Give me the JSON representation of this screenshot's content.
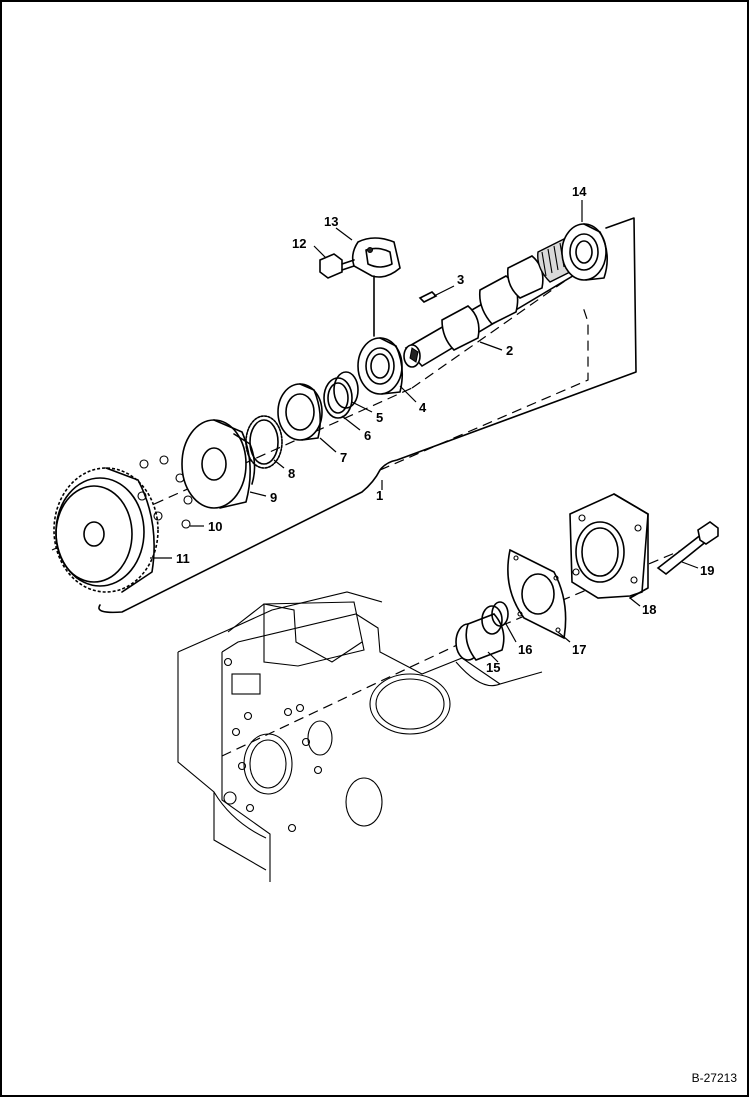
{
  "figure_id": "B-27213",
  "callouts": {
    "c1": "1",
    "c2": "2",
    "c3": "3",
    "c4": "4",
    "c5": "5",
    "c6": "6",
    "c7": "7",
    "c8": "8",
    "c9": "9",
    "c10": "10",
    "c11": "11",
    "c12": "12",
    "c13": "13",
    "c14": "14",
    "c15": "15",
    "c16": "16",
    "c17": "17",
    "c18": "18",
    "c19": "19"
  }
}
